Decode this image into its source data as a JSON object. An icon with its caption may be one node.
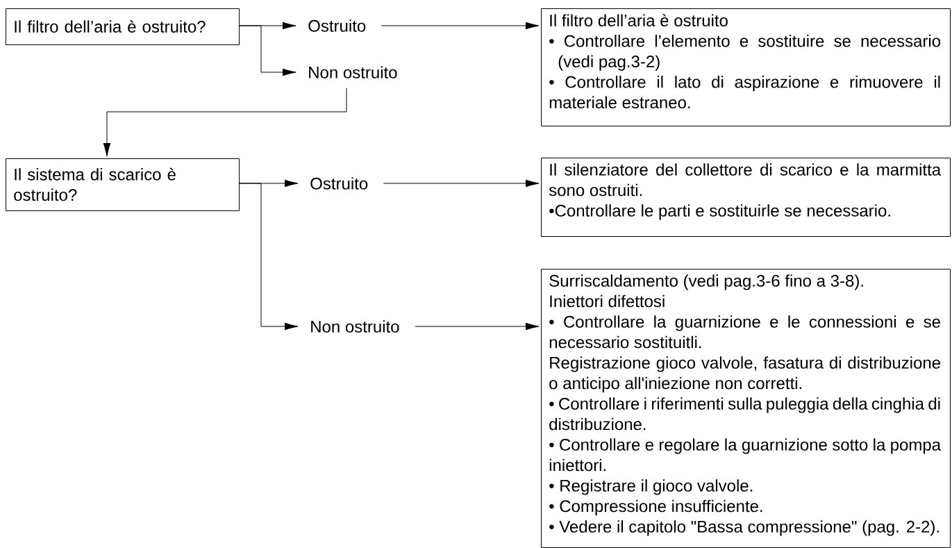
{
  "diagram": {
    "nodes": [
      {
        "text": [
          "Il filtro dell’aria è ostruito?"
        ]
      },
      {
        "text": [
          "Ostruito"
        ]
      },
      {
        "text": [
          "Non ostruito"
        ]
      },
      {
        "text": [
          "Il filtro dell’aria è ostruito",
          "• Controllare l’elemento e sostituire se necessario (vedi pag.3-2)",
          "• Controllare il lato di aspirazione e rimuovere il materiale estraneo."
        ]
      },
      {
        "text": [
          "Il sistema di scarico è ostruito?"
        ]
      },
      {
        "text": [
          "Ostruito"
        ]
      },
      {
        "text": [
          "Non ostruito"
        ]
      },
      {
        "text": [
          "Il silenziatore del collettore di scarico e la marmitta sono ostruiti.",
          "•Controllare le parti e sostituirle se necessario."
        ]
      },
      {
        "text": [
          "Surriscaldamento (vedi pag.3-6 fino a 3-8).",
          "Iniettori difettosi",
          "• Controllare la guarnizione e le connessioni e se necessario sostituitli.",
          "Registrazione gioco valvole, fasatura di distribuzione o anticipo all'iniezione non corretti.",
          "• Controllare i riferimenti sulla puleggia della cinghia di distribuzione.",
          "• Controllare e regolare la guarnizione sotto la pompa iniettori.",
          "• Registrare il gioco valvole.",
          "• Compressione insufficiente.",
          "• Vedere il capitolo \"Bassa compressione\" (pag. 2-2)."
        ]
      }
    ],
    "edges": [
      {
        "from": 0,
        "to": 1,
        "arrow": "to"
      },
      {
        "from": 0,
        "to": 2,
        "arrow": "to"
      },
      {
        "from": 1,
        "to": 3,
        "arrow": "to"
      },
      {
        "from": 2,
        "to": 4,
        "arrow": "to"
      },
      {
        "from": 4,
        "to": 5,
        "arrow": "to"
      },
      {
        "from": 4,
        "to": 6,
        "arrow": "to"
      },
      {
        "from": 5,
        "to": 7,
        "arrow": "to"
      },
      {
        "from": 6,
        "to": 8,
        "arrow": "to"
      }
    ]
  }
}
